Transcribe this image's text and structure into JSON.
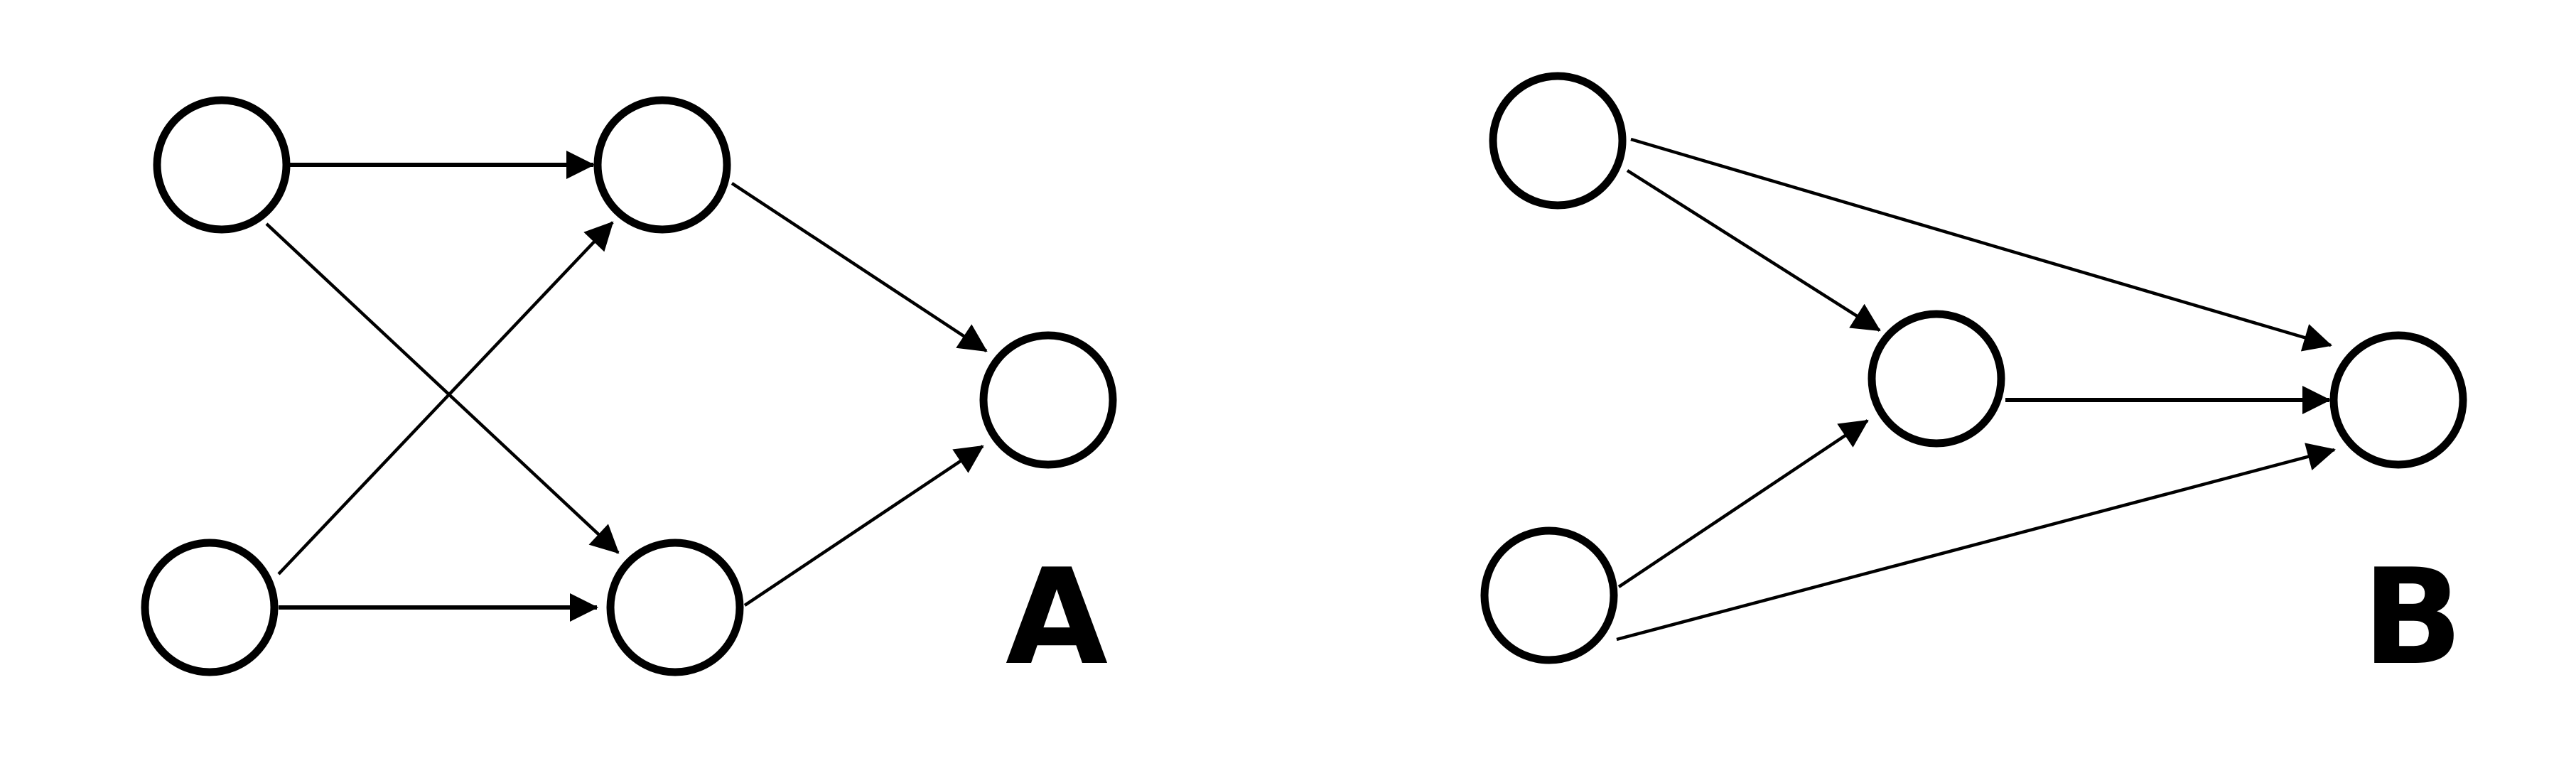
{
  "diagrams": [
    {
      "label": "A",
      "node_count": 5,
      "edges": [
        [
          "input-top",
          "hidden-top"
        ],
        [
          "input-top",
          "hidden-bottom"
        ],
        [
          "input-bottom",
          "hidden-top"
        ],
        [
          "input-bottom",
          "hidden-bottom"
        ],
        [
          "hidden-top",
          "output"
        ],
        [
          "hidden-bottom",
          "output"
        ]
      ]
    },
    {
      "label": "B",
      "node_count": 4,
      "edges": [
        [
          "input-top",
          "hidden"
        ],
        [
          "input-top",
          "output"
        ],
        [
          "input-bottom",
          "hidden"
        ],
        [
          "input-bottom",
          "output"
        ],
        [
          "hidden",
          "output"
        ]
      ]
    }
  ],
  "colors": {
    "stroke": "#000000",
    "node_fill": "#ffffff",
    "background": "#ffffff"
  }
}
